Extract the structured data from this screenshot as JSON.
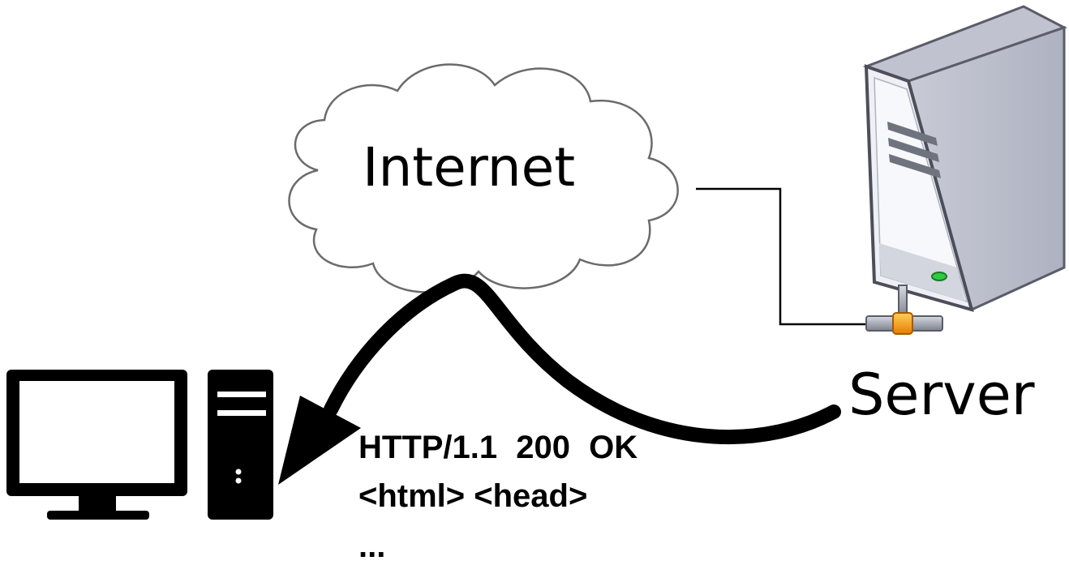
{
  "diagram": {
    "cloud": {
      "label": "Internet"
    },
    "server": {
      "label": "Server"
    },
    "response": {
      "status_line": "HTTP/1.1  200  OK",
      "body_line": "<html> <head>",
      "ellipsis": "..."
    }
  },
  "colors": {
    "background": "#ffffff",
    "ink": "#000000",
    "cloud_outline": "#6b6b6b",
    "server_body": "#e6e8ef",
    "server_led": "#2ecc40",
    "connector_orange": "#f39c12"
  },
  "icons": [
    "cloud-icon",
    "server-icon",
    "desktop-computer-icon",
    "network-connector-icon"
  ]
}
